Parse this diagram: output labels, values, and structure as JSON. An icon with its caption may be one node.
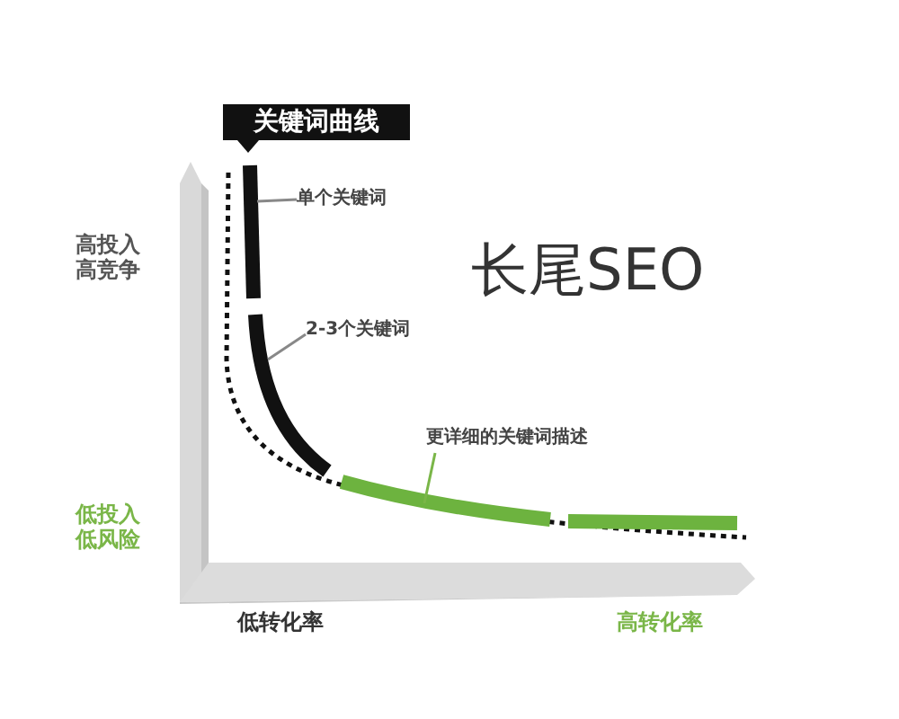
{
  "diagram": {
    "nodes": [
      {
        "text": [
          "关键词曲线"
        ]
      },
      {
        "text": [
          "单个关键词"
        ]
      },
      {
        "text": [],
        "shape": "bar"
      },
      {
        "text": [
          "2-3个关键词"
        ]
      },
      {
        "text": [],
        "shape": "bar"
      },
      {
        "text": [
          "更详细的关键词描述"
        ]
      },
      {
        "text": [],
        "shape": "bar"
      }
    ],
    "edges": [
      {
        "from": 1,
        "to": 2,
        "arrow": "none"
      },
      {
        "from": 3,
        "to": 4,
        "arrow": "none"
      },
      {
        "from": 5,
        "to": 6,
        "arrow": "none",
        "color": "#7ab648"
      }
    ],
    "labels": [
      "长尾SEO",
      "高投入高竞争",
      "低投入低风险",
      "低转化率",
      "高转化率"
    ]
  }
}
